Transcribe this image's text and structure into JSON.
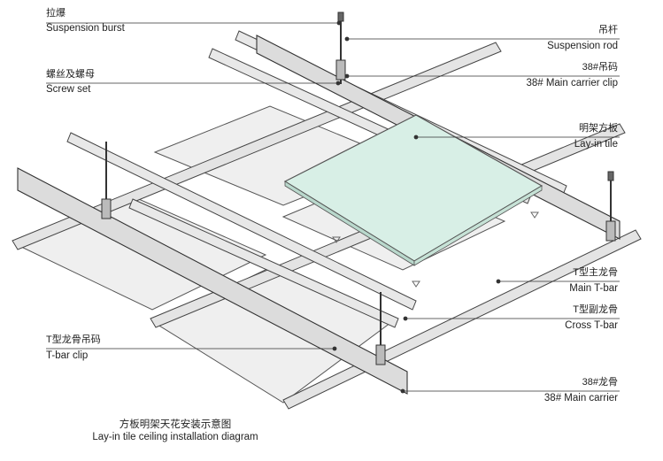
{
  "labels": {
    "suspension_burst": {
      "zh": "拉爆",
      "en": "Suspension burst"
    },
    "screw_set": {
      "zh": "螺丝及螺母",
      "en": "Screw set"
    },
    "suspension_rod": {
      "zh": "吊杆",
      "en": "Suspension rod"
    },
    "main_carrier_clip": {
      "zh": "38#吊码",
      "en": "38# Main carrier clip"
    },
    "lay_in_tile": {
      "zh": "明架方板",
      "en": "Lay-in tile"
    },
    "main_tbar": {
      "zh": "T型主龙骨",
      "en": "Main T-bar"
    },
    "cross_tbar": {
      "zh": "T型副龙骨",
      "en": "Cross T-bar"
    },
    "tbar_clip": {
      "zh": "T型龙骨吊码",
      "en": "T-bar clip"
    },
    "main_carrier": {
      "zh": "38#龙骨",
      "en": "38# Main carrier"
    }
  },
  "caption": {
    "zh": "方板明架天花安装示意图",
    "en": "Lay-in tile ceiling installation diagram"
  },
  "colors": {
    "line": "#444444",
    "panel": "#f0f0f0",
    "tile": "#d8efe6",
    "rail": "#e6e6e6"
  }
}
